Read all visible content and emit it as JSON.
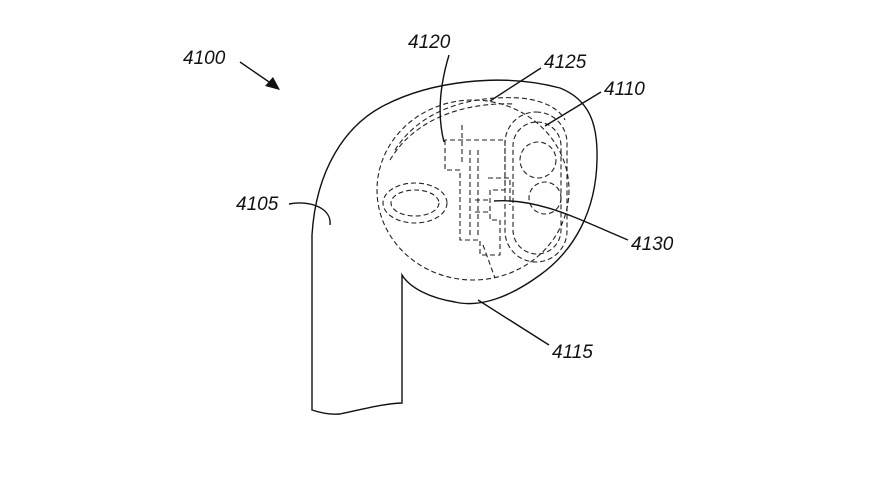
{
  "figure": {
    "reference_numerals": {
      "device": "4100",
      "stem": "4105",
      "component_4110": "4110",
      "housing": "4115",
      "component_4120": "4120",
      "component_4125": "4125",
      "component_4130": "4130"
    }
  }
}
